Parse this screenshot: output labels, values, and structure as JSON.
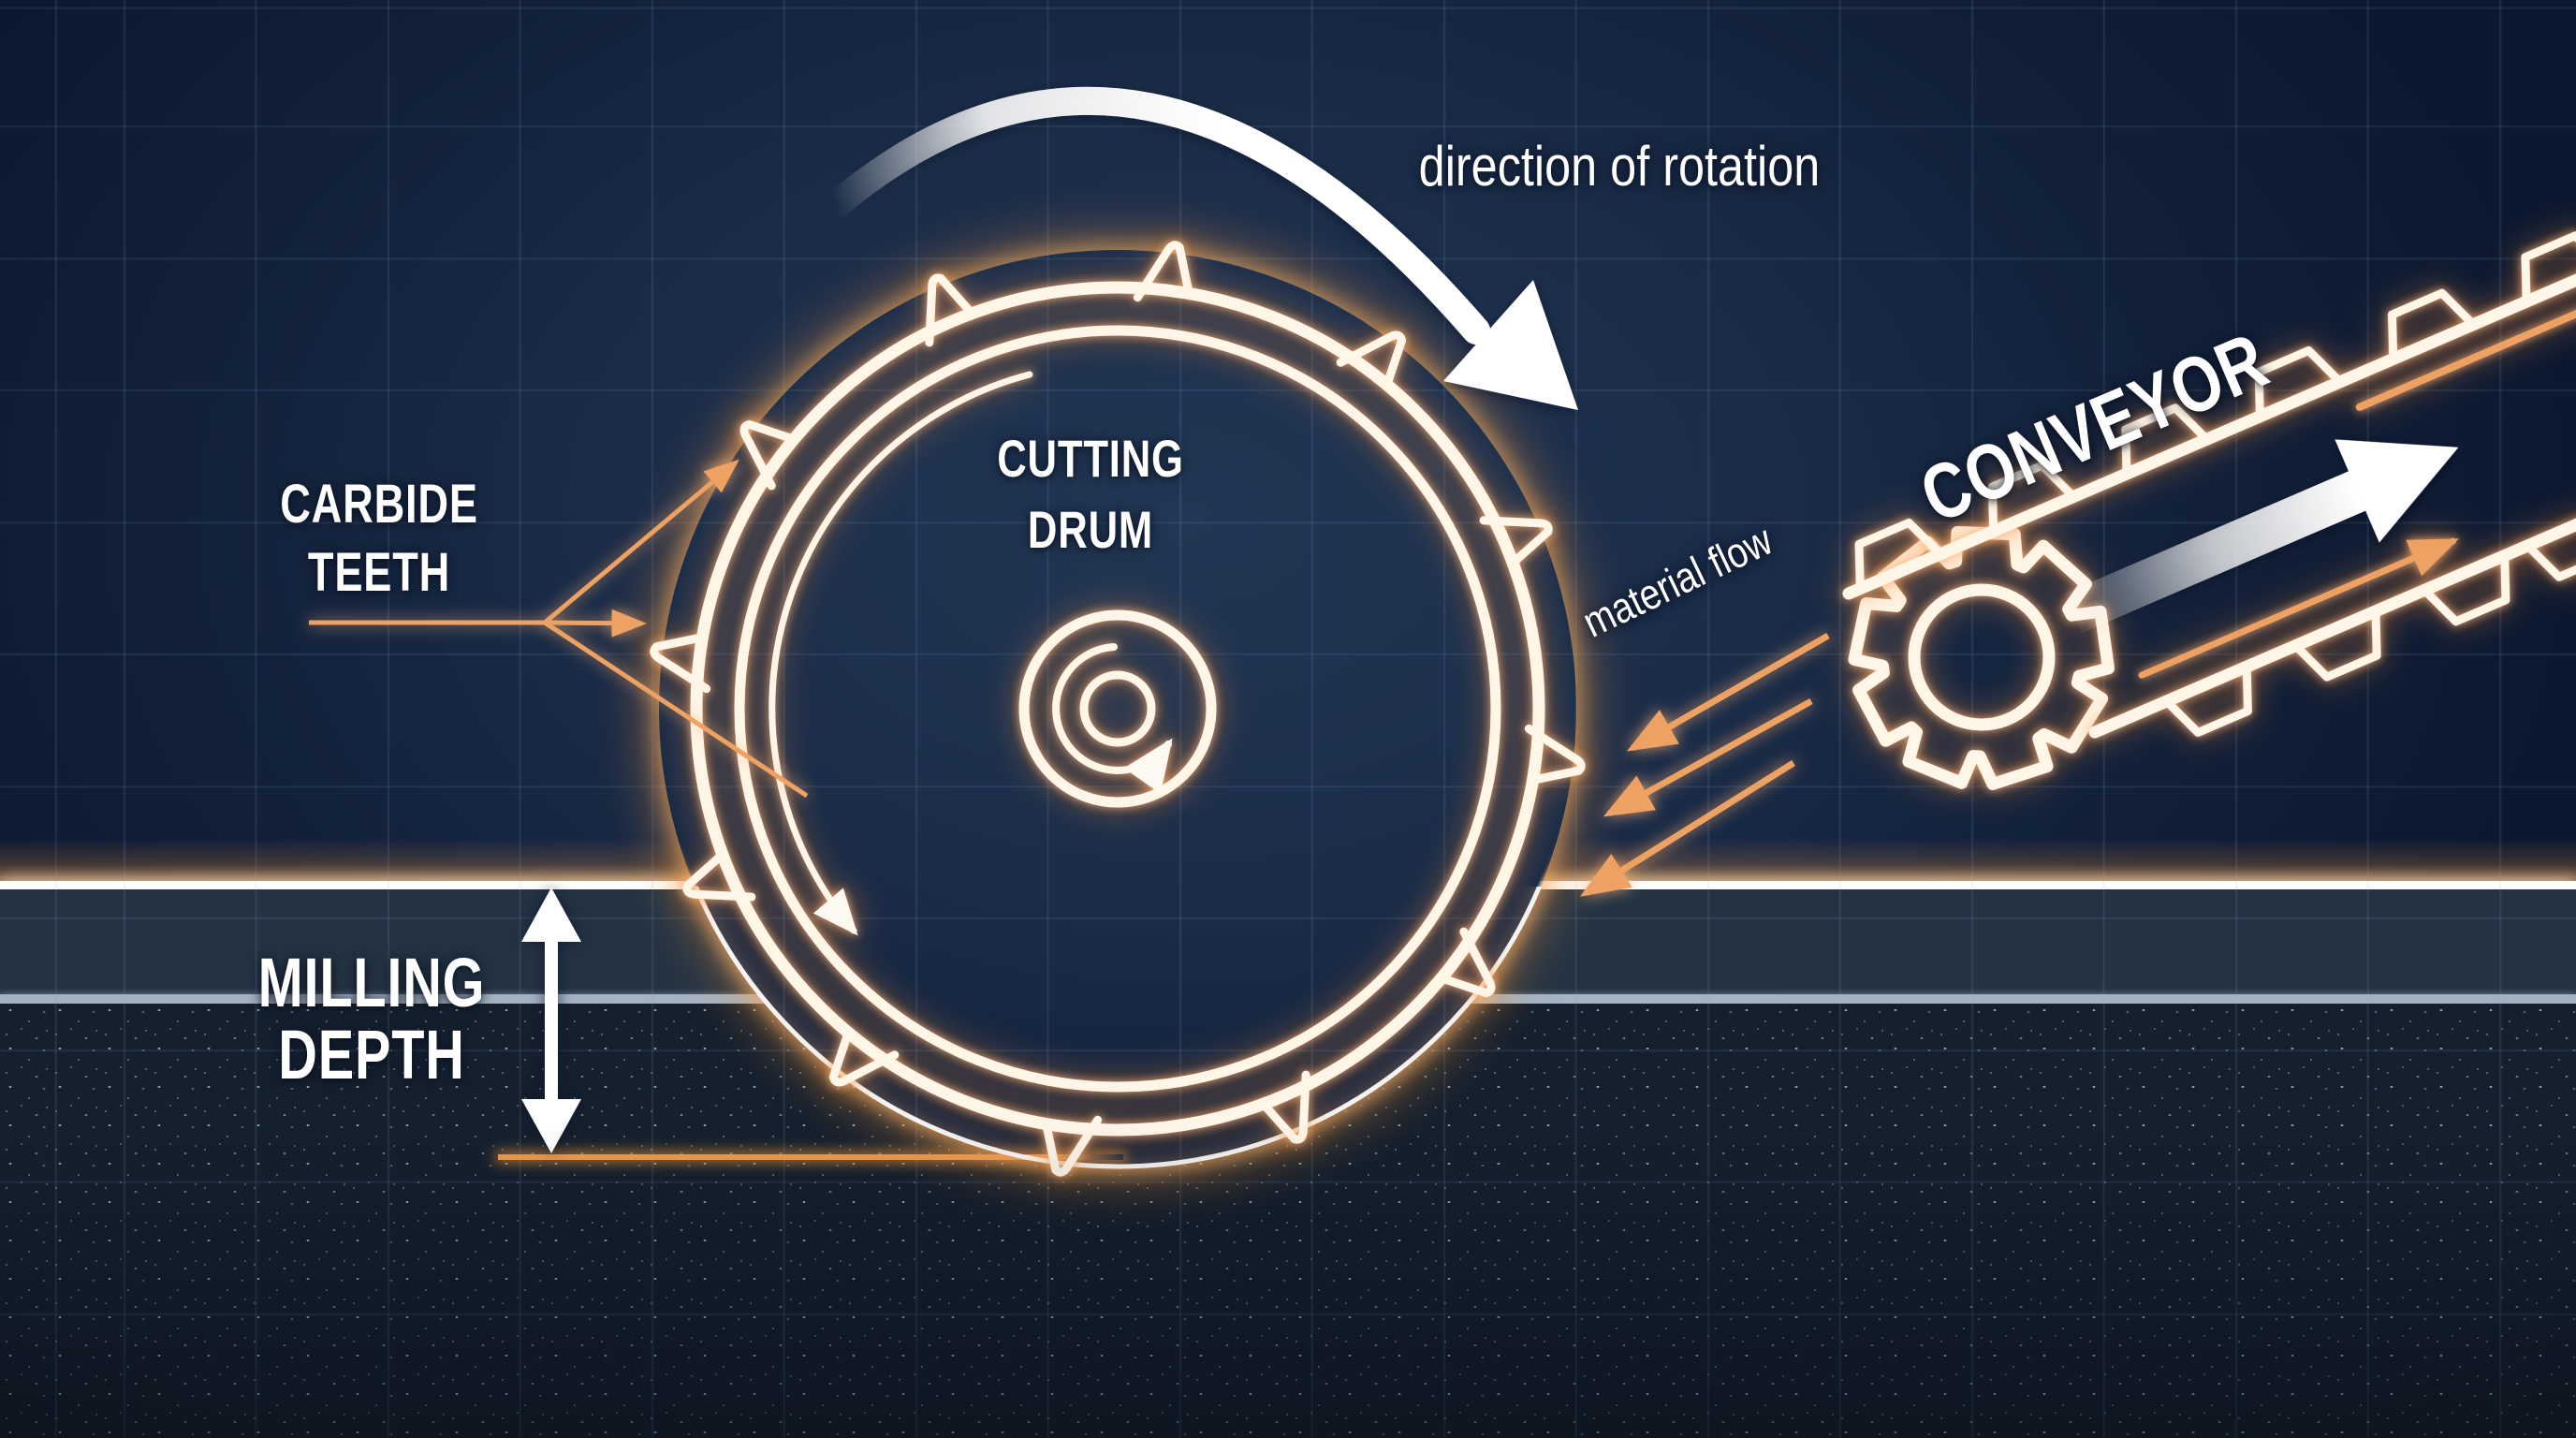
{
  "labels": {
    "direction_of_rotation": "direction of rotation",
    "carbide_teeth": {
      "line1": "CARBIDE",
      "line2": "TEETH"
    },
    "cutting_drum": {
      "line1": "CUTTING",
      "line2": "DRUM"
    },
    "milling_depth": {
      "line1": "MILLING",
      "line2": "DEPTH"
    },
    "material_flow": "material flow",
    "conveyor": "CONVEYOR"
  },
  "colors": {
    "background_navy": "#16284a",
    "grid_blue": "#82a8da",
    "accent_orange": "#eda263",
    "deep_orange": "#e0813a",
    "glow_orange": "#f0923f",
    "line_white": "#ffffff",
    "asphalt_aggregate_grey": "#8ea2b5",
    "subbase_dark": "#15202e",
    "layer_divider_grey": "#becbd7"
  }
}
